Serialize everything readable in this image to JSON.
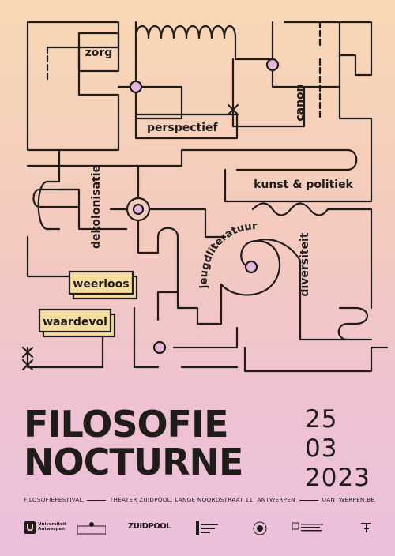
{
  "poster": {
    "labels": {
      "zorg": "zorg",
      "perspectief": "perspectief",
      "canon": "canon",
      "kunst": "kunst & politiek",
      "dekolonisatie": "dekolonisatie",
      "jeugdliteratuur": "jeugdliteratuur",
      "diversiteit": "diversiteit",
      "weerloos": "weerloos",
      "waardevol": "waardevol"
    },
    "title_line1": "FILOSOFIE",
    "title_line2": "NOCTURNE",
    "date_day": "25",
    "date_month": "03",
    "date_year": "2023",
    "info": {
      "festival": "FILOSOFIEFESTIVAL",
      "venue": "THEATER ZUIDPOOL, LANGE NOORDSTRAAT 11, ANTWERPEN",
      "url": "UANTWERPEN.BE/FILOSOFIENOCTURNE"
    },
    "logos": {
      "ua_line1": "Universiteit",
      "ua_line2": "Antwerpen",
      "zuidpool": "ZUIDPOOL"
    },
    "colors": {
      "ink": "#1f1c1a",
      "node_fill": "#e6b6dc",
      "tag_fill": "#f5dc9f",
      "bg_top": "#f8d8b4",
      "bg_bottom": "#ecc0dc"
    }
  }
}
